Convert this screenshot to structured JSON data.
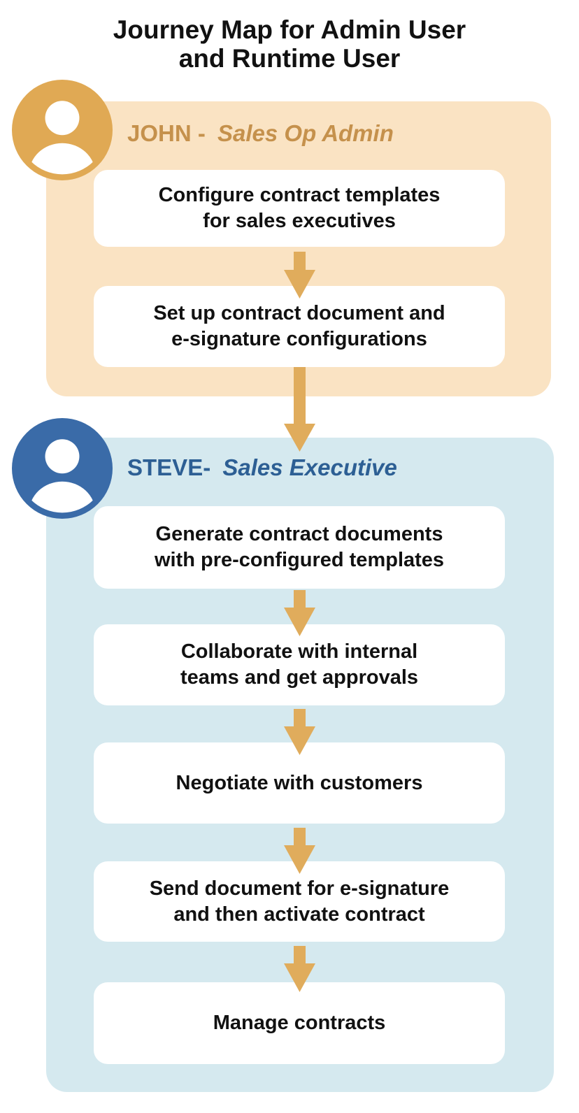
{
  "title": {
    "line1": "Journey Map for Admin User",
    "line2": "and Runtime User"
  },
  "admin": {
    "name_label": "JOHN -",
    "role": "Sales Op Admin",
    "steps": [
      {
        "lines": [
          "Configure contract templates",
          "for sales executives"
        ]
      },
      {
        "lines": [
          "Set up contract document and",
          "e-signature configurations"
        ]
      }
    ]
  },
  "runtime": {
    "name_label": "STEVE-",
    "role": "Sales Executive",
    "steps": [
      {
        "lines": [
          "Generate contract documents",
          "with pre-configured templates"
        ]
      },
      {
        "lines": [
          "Collaborate with internal",
          "teams and get approvals"
        ]
      },
      {
        "lines": [
          "Negotiate with customers"
        ]
      },
      {
        "lines": [
          "Send document for e-signature",
          "and then activate contract"
        ]
      },
      {
        "lines": [
          "Manage contracts"
        ]
      }
    ]
  },
  "colors": {
    "panel_gold": "#FAE3C3",
    "panel_blue": "#D5E9EF",
    "accent_gold": "#E0AC5C",
    "avatar_gold": "#E0A954",
    "avatar_blue": "#3A6BA8",
    "header_gold": "#C5914C",
    "header_blue": "#2D5F94",
    "box_bg": "#FFFFFF",
    "text": "#111111"
  }
}
